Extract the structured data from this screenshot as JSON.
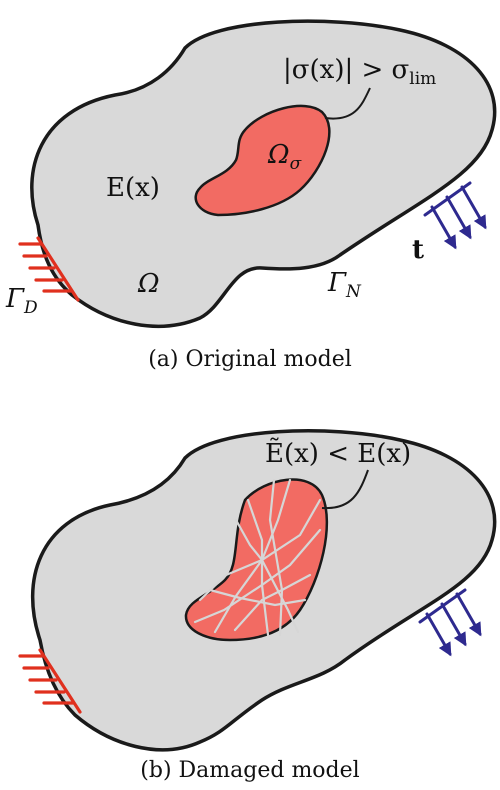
{
  "colors": {
    "body_fill": "#d9d9d9",
    "body_stroke": "#1a1a1a",
    "region_fill": "#f26b63",
    "support": "#e0301e",
    "traction": "#2e2a8f",
    "crack": "#d6d6d6"
  },
  "panel_a": {
    "stress_condition": {
      "lhs": "|σ(x)| > σ",
      "sub": "lim"
    },
    "region_label": {
      "main": "Ω",
      "sub": "σ"
    },
    "modulus_label": "E(x)",
    "domain_label": "Ω",
    "dirichlet_label": {
      "main": "Γ",
      "sub": "D"
    },
    "neumann_label": {
      "main": "Γ",
      "sub": "N"
    },
    "traction_label": "t",
    "caption": "(a) Original model"
  },
  "panel_b": {
    "damaged_condition": "Ẽ(x) < E(x)",
    "caption": "(b) Damaged model"
  }
}
